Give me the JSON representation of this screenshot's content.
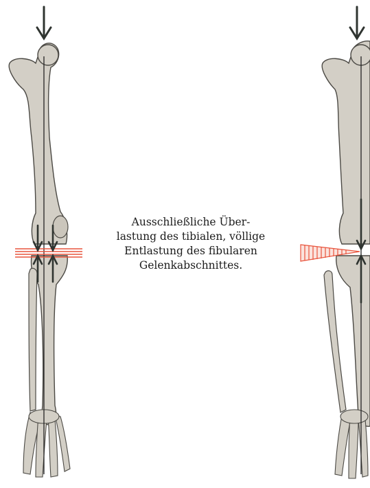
{
  "caption": {
    "lines": [
      "Ausschließliche Über-",
      "lastung des tibialen, völlige",
      "Entlastung des fibularen",
      "Gelenkabschnittes."
    ]
  },
  "colors": {
    "bone_fill": "#d3cfc6",
    "bone_outline": "#4b4944",
    "arrow": "#2f3430",
    "stress_marks": "#e8533c",
    "load_line": "#222222"
  },
  "figures": [
    {
      "name": "left-leg",
      "condition": "normal-alignment",
      "stress_pattern": "parallel-lines"
    },
    {
      "name": "right-leg",
      "condition": "varus-alignment",
      "stress_pattern": "triangular-wedge"
    }
  ]
}
